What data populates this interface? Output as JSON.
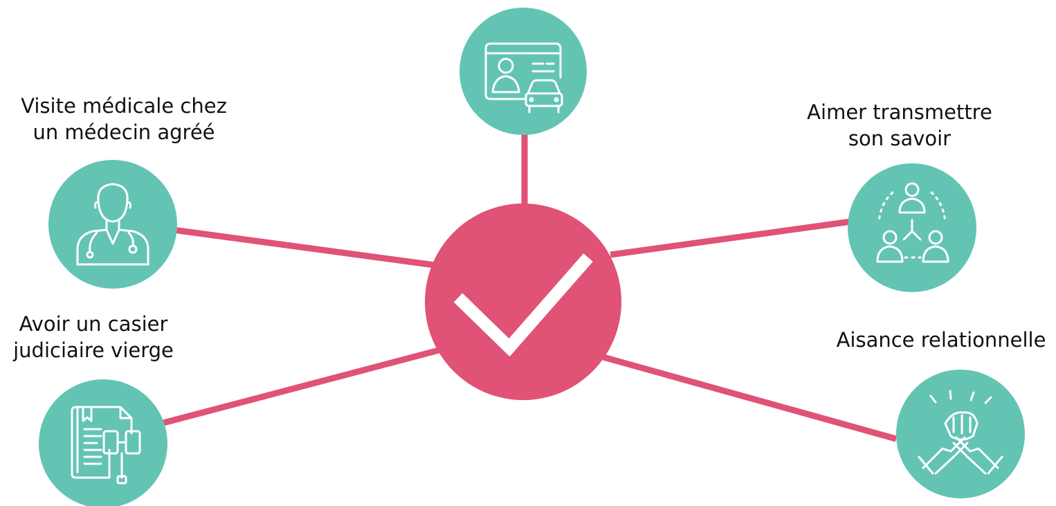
{
  "colors": {
    "connector": "#e05276",
    "hub": "#e05276",
    "node": "#63c4b4",
    "icon": "#ffffff",
    "text": "#111111"
  },
  "hub": {
    "icon": "check-icon"
  },
  "nodes": {
    "license": {
      "icon": "driver-license-car-icon"
    },
    "medical": {
      "icon": "doctor-icon",
      "label_lines": [
        "Visite médicale chez",
        "un médecin agréé"
      ]
    },
    "teaching": {
      "icon": "team-network-icon",
      "label_lines": [
        "Aimer transmettre",
        "son savoir"
      ]
    },
    "record": {
      "icon": "legal-document-gavel-icon",
      "label_lines": [
        "Avoir un casier",
        "judiciaire vierge"
      ]
    },
    "relations": {
      "icon": "handshake-icon",
      "label_lines": [
        "Aisance relationnelle"
      ]
    }
  }
}
